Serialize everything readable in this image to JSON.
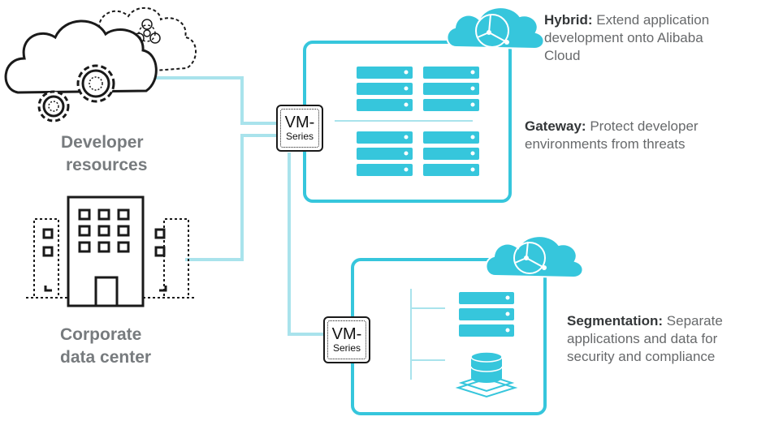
{
  "sources": {
    "developer": {
      "line1": "Developer",
      "line2": "resources"
    },
    "datacenter": {
      "line1": "Corporate",
      "line2": "data center"
    }
  },
  "firewall": {
    "top": "VM-",
    "bottom": "Series"
  },
  "descriptions": {
    "hybrid": {
      "term": "Hybrid:",
      "l1": "Extend application",
      "l2": "development onto Alibaba",
      "l3": "Cloud"
    },
    "gateway": {
      "term": "Gateway:",
      "l1": "Protect developer",
      "l2": "environments from threats"
    },
    "segmentation": {
      "term": "Segmentation:",
      "l1": "Separate",
      "l2": "applications and data for",
      "l3": "security and compliance"
    }
  },
  "colors": {
    "accent": "#36c6dc",
    "line": "#a9e3ec",
    "icon": "#1a1a1a",
    "label": "#777b7e"
  },
  "icons": [
    "cloud-gears-icon",
    "biohazard-cloud-icon",
    "office-building-icon",
    "server-rack-icon",
    "database-icon",
    "alibaba-cloud-icon",
    "vm-series-firewall-icon"
  ]
}
